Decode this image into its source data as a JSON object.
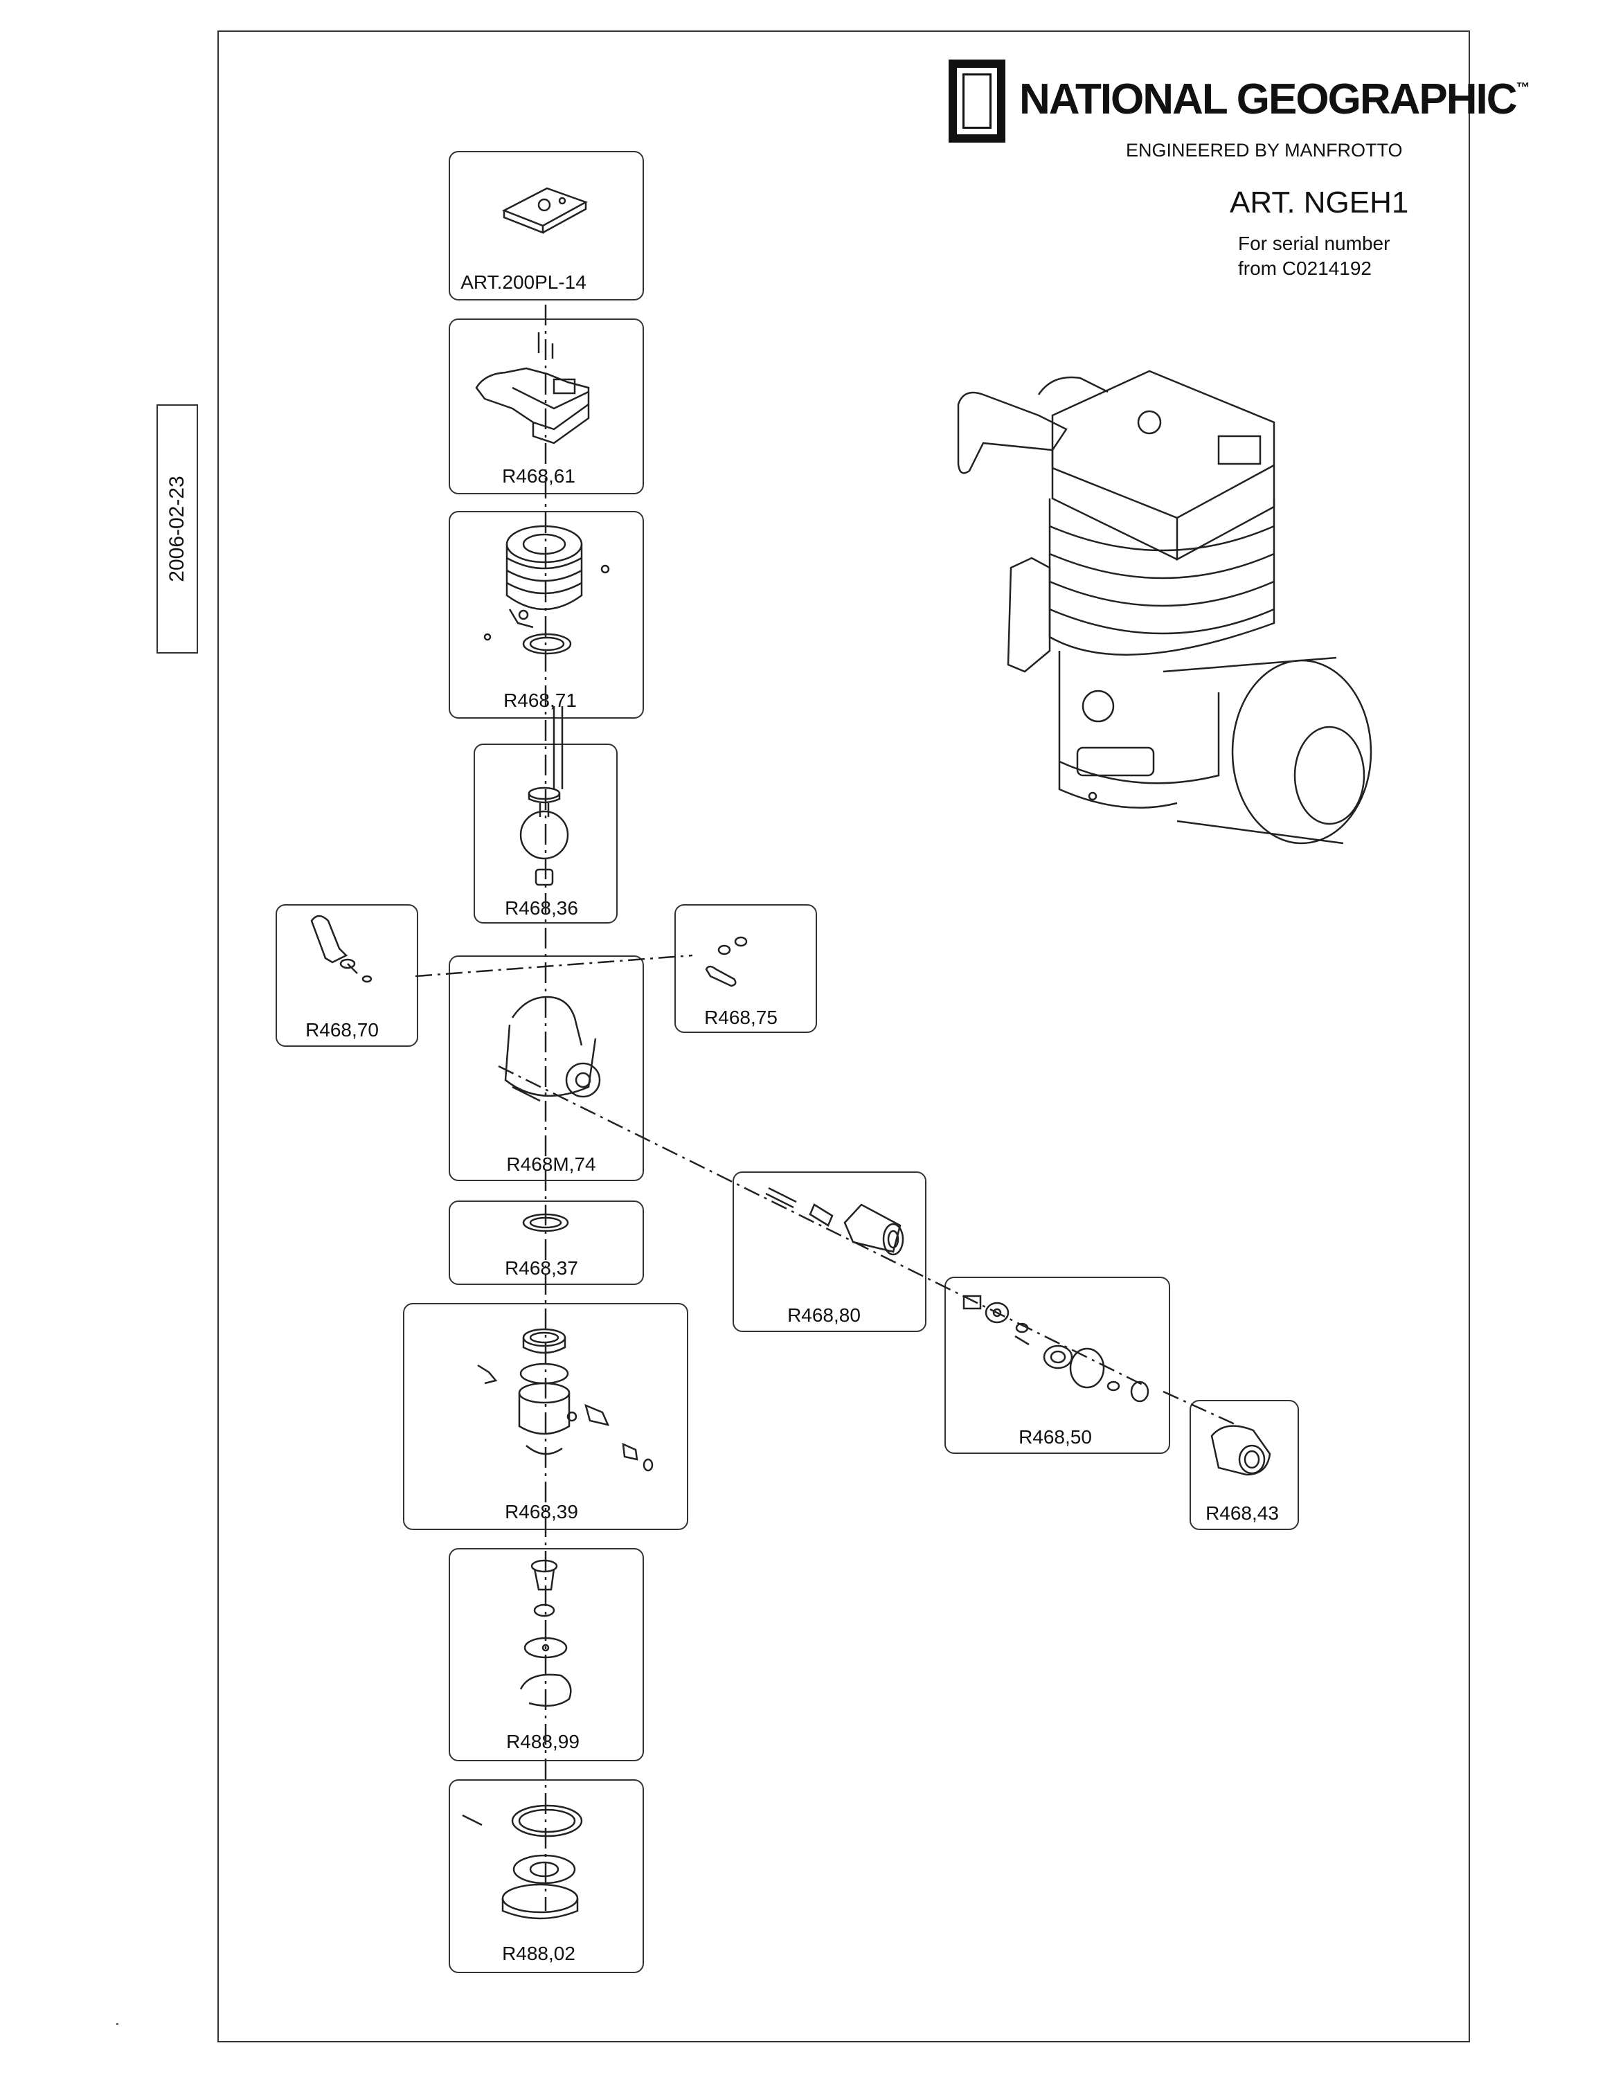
{
  "header": {
    "brand": "NATIONAL GEOGRAPHIC",
    "trademark": "™",
    "engineered": "ENGINEERED BY MANFROTTO",
    "article": "ART. NGEH1",
    "serial_line1": "For serial number",
    "serial_line2": "from  C0214192"
  },
  "date": "2006-02-23",
  "parts": [
    {
      "label": "ART.200PL-14"
    },
    {
      "label": "R468,61"
    },
    {
      "label": "R468,71"
    },
    {
      "label": "R468,36"
    },
    {
      "label": "R468,70"
    },
    {
      "label": "R468,75"
    },
    {
      "label": "R468M,74"
    },
    {
      "label": "R468,37"
    },
    {
      "label": "R468,80"
    },
    {
      "label": "R468,39"
    },
    {
      "label": "R468,50"
    },
    {
      "label": "R468,43"
    },
    {
      "label": "R488,99"
    },
    {
      "label": "R488,02"
    }
  ],
  "colors": {
    "line": "#333333",
    "ink": "#111111",
    "background": "#ffffff"
  }
}
